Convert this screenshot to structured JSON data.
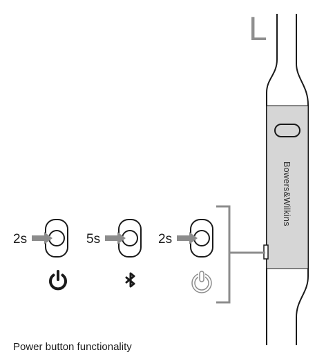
{
  "side_marker": "L",
  "brand": "Bowers&Wilkins",
  "buttons": [
    {
      "duration": "2s",
      "icon": "power-icon"
    },
    {
      "duration": "5s",
      "icon": "bluetooth-icon"
    },
    {
      "duration": "2s",
      "icon": "power-outline-icon"
    }
  ],
  "caption": "Power button functionality",
  "colors": {
    "line": "#1a1a1a",
    "gray": "#8c8c8c",
    "panel": "#d6d6d6",
    "marker": "#8f8f8f"
  }
}
